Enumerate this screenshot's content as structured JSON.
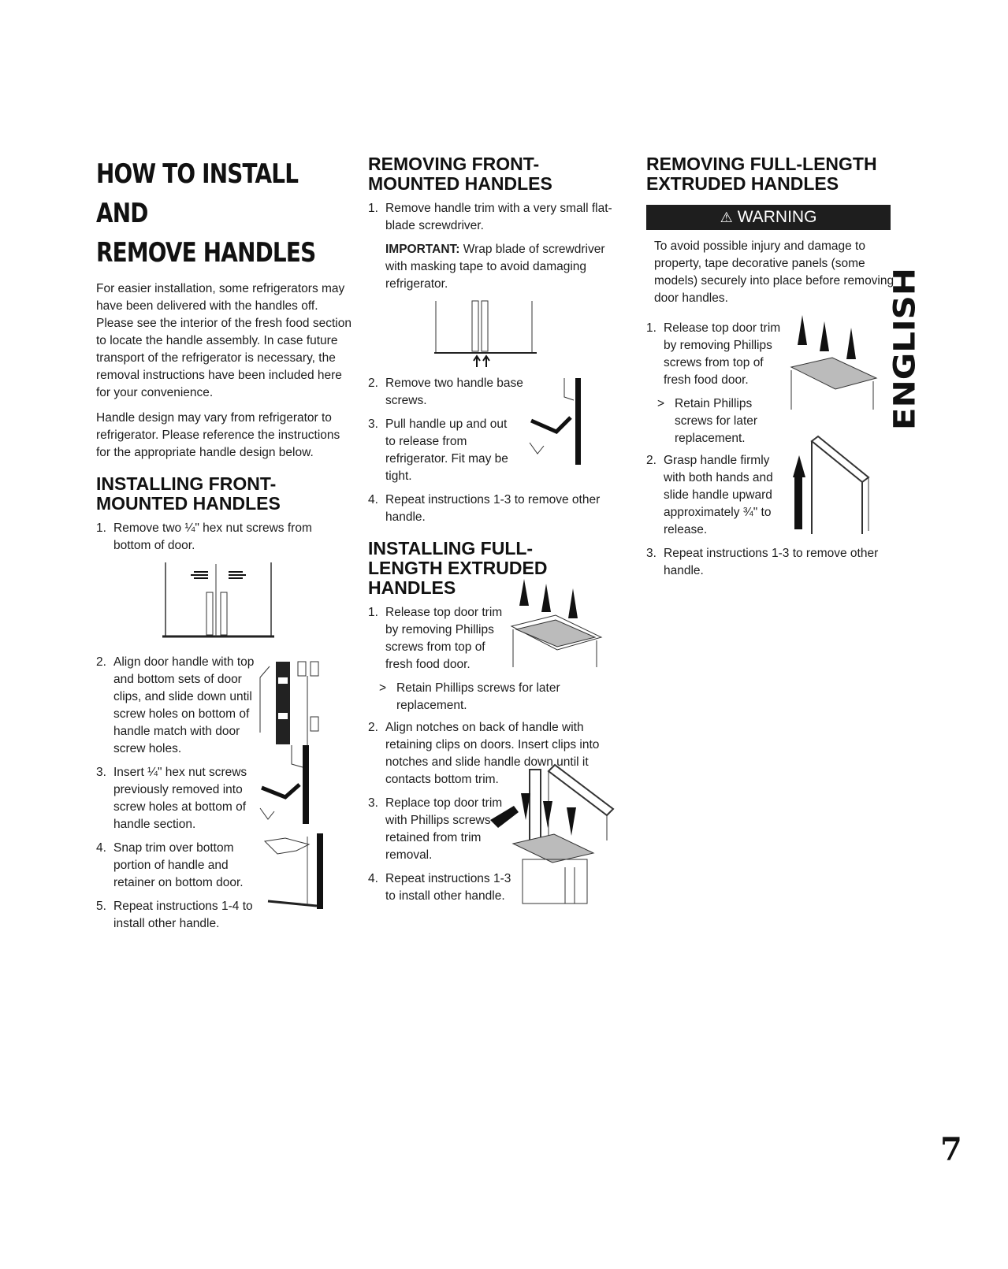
{
  "title": {
    "line1": "HOW TO INSTALL AND",
    "line2": "REMOVE HANDLES"
  },
  "intro": [
    "For easier installation, some refrigerators may have been delivered with the handles off. Please see the interior of the fresh food section to locate the handle assembly. In case future transport of the refrigerator is necessary, the removal instructions have been included here for your convenience.",
    "Handle design may vary from refrigerator to refrigerator. Please reference the instructions for the appropriate handle design below."
  ],
  "install_front": {
    "title1": "INSTALLING FRONT-",
    "title2": "MOUNTED HANDLES",
    "steps": [
      {
        "num": "1.",
        "text": "Remove two ¼\" hex nut screws from bottom of door."
      },
      {
        "num": "2.",
        "text": "Align door handle with top and bottom sets of door clips, and slide down until screw holes on bottom of handle match with door screw holes."
      },
      {
        "num": "3.",
        "text": "Insert ¼\" hex nut screws previously removed into screw holes at bottom of handle section."
      },
      {
        "num": "4.",
        "text": "Snap trim over bottom portion of handle and retainer on bottom door."
      },
      {
        "num": "5.",
        "text": "Repeat instructions 1-4 to install other handle."
      }
    ]
  },
  "remove_front": {
    "title1": "REMOVING FRONT-",
    "title2": "MOUNTED HANDLES",
    "step1": {
      "num": "1.",
      "text": "Remove handle trim with a very small flat-blade screwdriver."
    },
    "important_label": "IMPORTANT:",
    "important_text": " Wrap blade of screwdriver with masking tape to avoid damaging refrigerator.",
    "steps": [
      {
        "num": "2.",
        "text": "Remove two handle base screws."
      },
      {
        "num": "3.",
        "text": "Pull handle up and out to release from refrigerator. Fit may be tight."
      },
      {
        "num": "4.",
        "text": "Repeat instructions 1-3 to remove other handle."
      }
    ]
  },
  "install_extruded": {
    "title1": "INSTALLING FULL-",
    "title2": "LENGTH EXTRUDED",
    "title3": "HANDLES",
    "step1": {
      "num": "1.",
      "text": "Release top door trim by removing Phillips screws from top of fresh food door."
    },
    "sub": "Retain Phillips screws for later replacement.",
    "steps": [
      {
        "num": "2.",
        "text": "Align notches on back of handle with retaining clips on doors. Insert clips into notches and slide handle down until it contacts bottom trim."
      },
      {
        "num": "3.",
        "text": "Replace top door trim with Phillips screws retained from trim removal."
      },
      {
        "num": "4.",
        "text": "Repeat instructions 1-3 to install other handle."
      }
    ]
  },
  "remove_extruded": {
    "title1": "REMOVING FULL-LENGTH",
    "title2": "EXTRUDED HANDLES",
    "warning_label": "WARNING",
    "warning_text": "To avoid possible injury and damage to property, tape decorative panels (some models) securely into place before removing door handles.",
    "step1": {
      "num": "1.",
      "text": "Release top door trim by removing Phillips screws from top of fresh food door."
    },
    "sub": "Retain Phillips screws for later replacement.",
    "steps": [
      {
        "num": "2.",
        "text": "Grasp handle firmly with both hands and slide handle upward approximately ¾\" to release."
      },
      {
        "num": "3.",
        "text": "Repeat instructions 1-3 to remove other handle."
      }
    ]
  },
  "tab": "ENGLISH",
  "page_number": "7"
}
